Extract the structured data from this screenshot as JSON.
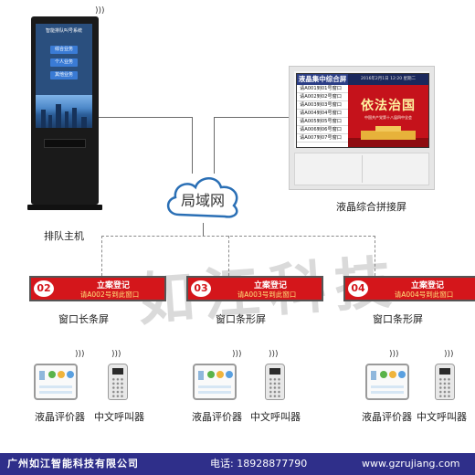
{
  "kiosk": {
    "caption": "排队主机",
    "screen_title": "智能排队叫号系统",
    "buttons": [
      "综合业务",
      "个人业务",
      "其他业务"
    ]
  },
  "network": {
    "label": "局域网"
  },
  "splice_screen": {
    "caption": "液晶综合拼接屏",
    "header": "液晶集中综合屏",
    "header_right": "2016年2月1日 12:20 星期二",
    "rows": [
      "请A001到01号窗口",
      "请A002到02号窗口",
      "请A003到03号窗口",
      "请A004到04号窗口",
      "请A005到05号窗口",
      "请A006到06号窗口",
      "请A007到07号窗口"
    ],
    "slogan": "依法治国",
    "sub_text": "中国共产党第十八届四中全会"
  },
  "strips": [
    {
      "number": "02",
      "line1": "立案登记",
      "line2": "请A002号到此窗口",
      "caption": "窗口长条屏"
    },
    {
      "number": "03",
      "line1": "立案登记",
      "line2": "请A003号到此窗口",
      "caption": "窗口条形屏"
    },
    {
      "number": "04",
      "line1": "立案登记",
      "line2": "请A004号到此窗口",
      "caption": "窗口条形屏"
    }
  ],
  "devices": [
    {
      "evaluator_caption": "液晶评价器",
      "pager_caption": "中文呼叫器"
    },
    {
      "evaluator_caption": "液晶评价器",
      "pager_caption": "中文呼叫器"
    },
    {
      "evaluator_caption": "液晶评价器",
      "pager_caption": "中文呼叫器"
    }
  ],
  "watermark": "如江科技",
  "footer": {
    "company": "广州如江智能科技有限公司",
    "phone": "电话: 18928877790",
    "website": "www.gzrujiang.com"
  },
  "colors": {
    "strip_red": "#d4161b",
    "footer_bg": "#2f2f8a",
    "cloud_blue": "#2a6fb5"
  }
}
